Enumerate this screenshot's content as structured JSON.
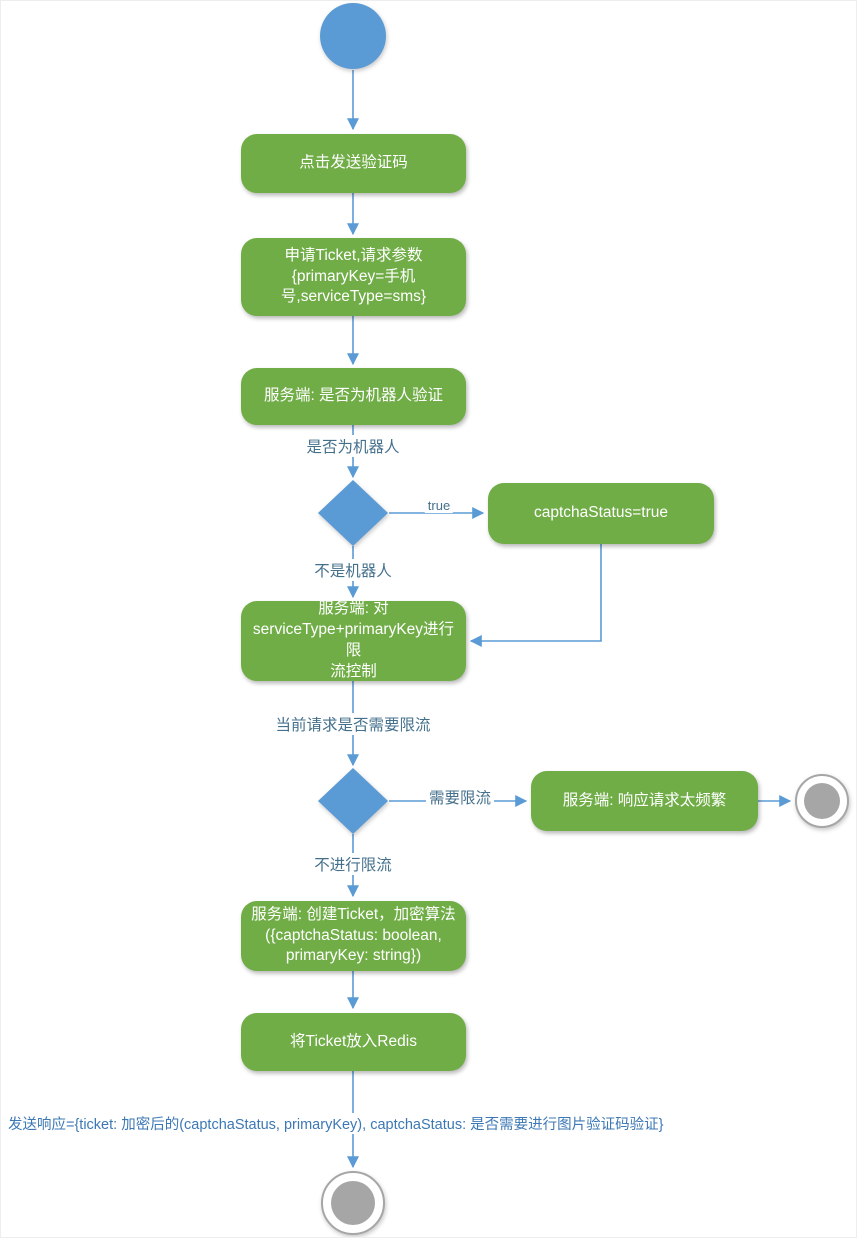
{
  "diagram": {
    "type": "activity-flowchart",
    "nodes": {
      "step_click_send": {
        "label": "点击发送验证码"
      },
      "step_apply_ticket": {
        "label": "申请Ticket,请求参数\n{primaryKey=手机\n号,serviceType=sms}"
      },
      "step_robot_check": {
        "label": "服务端: 是否为机器人验证"
      },
      "step_captcha_true": {
        "label": "captchaStatus=true"
      },
      "step_rate_limit": {
        "label": "服务端: 对\nserviceType+primaryKey进行限\n流控制"
      },
      "step_too_frequent": {
        "label": "服务端: 响应请求太频繁"
      },
      "step_create_ticket": {
        "label": "服务端: 创建Ticket，加密算法\n({captchaStatus: boolean,\nprimaryKey: string})"
      },
      "step_redis": {
        "label": "将Ticket放入Redis"
      }
    },
    "edge_labels": {
      "robot_question": "是否为机器人",
      "true_label": "true",
      "not_robot": "不是机器人",
      "need_limit_question": "当前请求是否需要限流",
      "need_limit": "需要限流",
      "no_limit": "不进行限流",
      "response": "发送响应={ticket: 加密后的(captchaStatus, primaryKey), captchaStatus: 是否需要进行图片验证码验证}"
    },
    "colors": {
      "node_green": "#70ad47",
      "shape_blue": "#5b9bd5",
      "edge_blue": "#5b9bd5",
      "end_gray": "#a6a6a6",
      "edge_label": "#44708c",
      "response_text": "#3c78b5"
    }
  }
}
